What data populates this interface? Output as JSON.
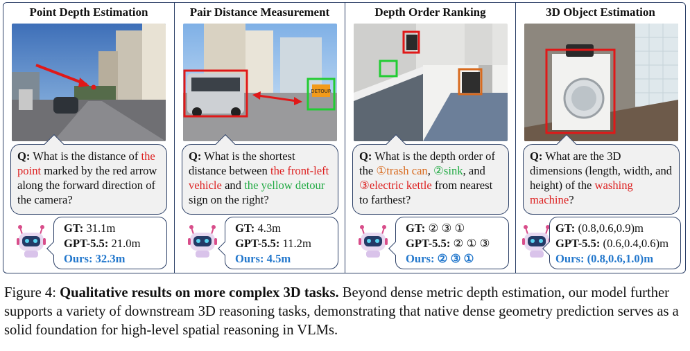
{
  "panels": [
    {
      "title": "Point Depth Estimation",
      "q_label": "Q:",
      "q_parts": [
        " What is the distance of ",
        "the point",
        " marked by the red arrow along the forward direction of the camera?"
      ],
      "answers": {
        "gt_label": "GT:",
        "gt_value": "31.1m",
        "gpt_label": "GPT-5.5:",
        "gpt_value": "21.0m",
        "ours": "Ours: 32.3m"
      }
    },
    {
      "title": "Pair Distance Measurement",
      "q_label": "Q:",
      "q_parts": [
        " What is the shortest distance between ",
        "the front-left vehicle",
        " and ",
        "the yellow detour",
        " sign on the right?"
      ],
      "sign_text": "DETOUR",
      "answers": {
        "gt_label": "GT:",
        "gt_value": "4.3m",
        "gpt_label": "GPT-5.5:",
        "gpt_value": "11.2m",
        "ours": "Ours: 4.5m"
      }
    },
    {
      "title": "Depth Order Ranking",
      "q_label": "Q:",
      "q_parts": [
        " What is the depth order of the ",
        "①trash can",
        ", ",
        "②sink",
        ", and ",
        "③electric kettle",
        " from nearest to farthest?"
      ],
      "answers": {
        "gt_label": "GT:",
        "gt_value": "② ③ ①",
        "gpt_label": "GPT-5.5:",
        "gpt_value": "② ① ③",
        "ours": "Ours: ② ③ ①"
      }
    },
    {
      "title": "3D Object Estimation",
      "q_label": "Q:",
      "q_parts": [
        " What are the 3D dimensions (length, width, and height) of the ",
        "washing machine",
        "?"
      ],
      "answers": {
        "gt_label": "GT:",
        "gt_value": "(0.8,0.6,0.9)m",
        "gpt_label": "GPT-5.5:",
        "gpt_value": "(0.6,0.4,0.6)m",
        "ours": "Ours: (0.8,0.6,1.0)m"
      }
    }
  ],
  "caption": {
    "label": "Figure 4:",
    "bold": "Qualitative results on more complex 3D tasks.",
    "rest": " Beyond dense metric depth estimation, our model further supports a variety of downstream 3D reasoning tasks, demonstrating that native dense geometry prediction serves as a solid foundation for high-level spatial reasoning in VLMs."
  },
  "colors": {
    "frame": "#2b3f66",
    "highlight_red": "#dd2222",
    "highlight_green": "#22aa44",
    "highlight_orange": "#d86a1e",
    "ours_blue": "#2277cc",
    "bubble_bg": "#f1f1f1"
  }
}
